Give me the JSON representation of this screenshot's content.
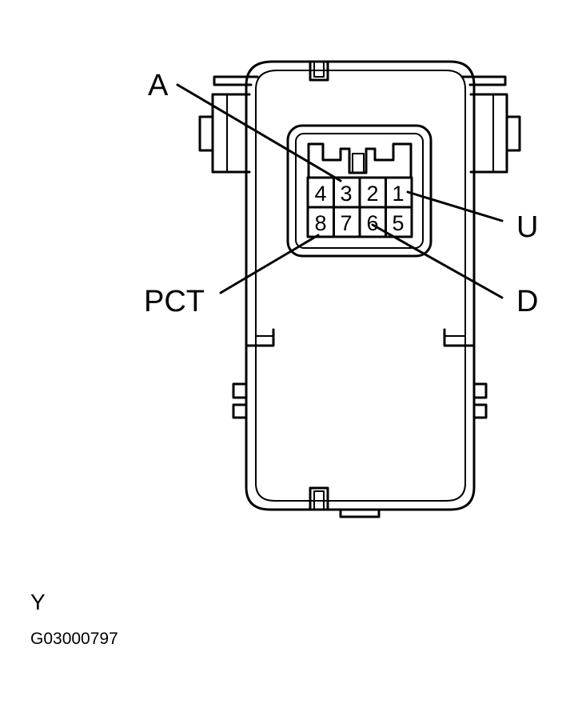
{
  "callouts": {
    "a": "A",
    "u": "U",
    "pct": "PCT",
    "d": "D"
  },
  "pins": {
    "top_row": [
      "4",
      "3",
      "2",
      "1"
    ],
    "bottom_row": [
      "8",
      "7",
      "6",
      "5"
    ]
  },
  "caption": {
    "view": "Y",
    "figure_id": "G03000797"
  }
}
